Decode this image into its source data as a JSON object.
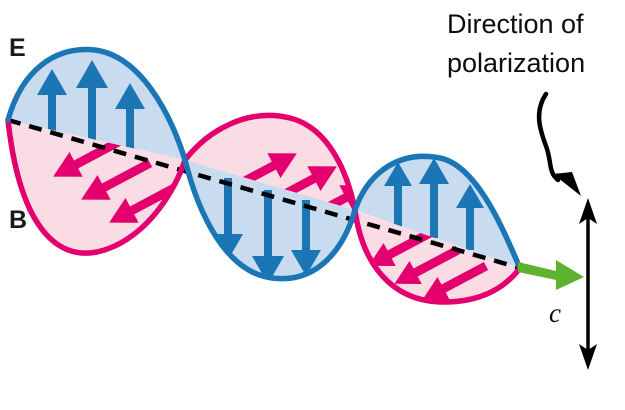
{
  "figure": {
    "title_text_line1": "Direction of",
    "title_text_line2": "polarization",
    "e_field_label": "E",
    "b_field_label": "B",
    "propagation_speed_label": "c"
  },
  "colors": {
    "e_field_stroke": "#1B76B5",
    "e_field_fill": "#C9DCEF",
    "b_field_stroke": "#E3006E",
    "b_field_fill": "#FADCE4",
    "propagation_arrow": "#5EB230",
    "axis_line": "#000000",
    "callout": "#0d0d0d"
  },
  "chart_data": {
    "type": "line",
    "title": "Direction of polarization",
    "xlabel": "",
    "ylabel": "",
    "description": "Transverse electromagnetic wave showing the electric field E oscillating in the vertical plane and the magnetic field B oscillating in a perpendicular plane, both propagating along the dashed axis toward the direction c.",
    "axis": {
      "start_x": 8,
      "start_y": 120,
      "end_x": 520,
      "end_y": 268,
      "style": "dashed",
      "grid": false
    },
    "series": [
      {
        "name": "E",
        "label": "Electric field",
        "color": "#1B76B5",
        "fill": "#C9DCEF",
        "arrow_direction_by_lobe": [
          "up",
          "down",
          "up"
        ],
        "lobes": [
          {
            "index": 1,
            "sign": "positive",
            "peak_x": 92,
            "peak_y": 58,
            "arrow_count": 3
          },
          {
            "index": 2,
            "sign": "negative",
            "peak_x": 272,
            "peak_y": 278,
            "arrow_count": 3
          },
          {
            "index": 3,
            "sign": "positive",
            "peak_x": 436,
            "peak_y": 178,
            "arrow_count": 3
          }
        ]
      },
      {
        "name": "B",
        "label": "Magnetic field",
        "color": "#E3006E",
        "fill": "#FADCE4",
        "arrow_direction_by_lobe": [
          "down-left",
          "up-right",
          "down-left"
        ],
        "lobes": [
          {
            "index": 1,
            "sign": "negative",
            "peak_x": 82,
            "peak_y": 196,
            "arrow_count": 3
          },
          {
            "index": 2,
            "sign": "positive",
            "peak_x": 268,
            "peak_y": 140,
            "arrow_count": 3
          },
          {
            "index": 3,
            "sign": "negative",
            "peak_x": 430,
            "peak_y": 292,
            "arrow_count": 3
          }
        ]
      }
    ],
    "crossings": [
      {
        "x": 185,
        "y": 160
      },
      {
        "x": 355,
        "y": 210
      }
    ],
    "annotations": [
      {
        "kind": "callout-text",
        "text": "Direction of polarization",
        "x": 445,
        "y": 10
      },
      {
        "kind": "curved-pointer",
        "from_x": 545,
        "from_y": 95,
        "to_x": 580,
        "to_y": 195
      },
      {
        "kind": "double-arrow",
        "label": "polarization axis",
        "x": 588,
        "y_top": 200,
        "y_bottom": 368
      },
      {
        "kind": "propagation-arrow",
        "label": "c",
        "from_x": 518,
        "from_y": 266,
        "to_x": 580,
        "to_y": 276
      },
      {
        "kind": "field-label",
        "text": "E",
        "x": 10,
        "y": 55
      },
      {
        "kind": "field-label",
        "text": "B",
        "x": 10,
        "y": 220
      }
    ]
  }
}
